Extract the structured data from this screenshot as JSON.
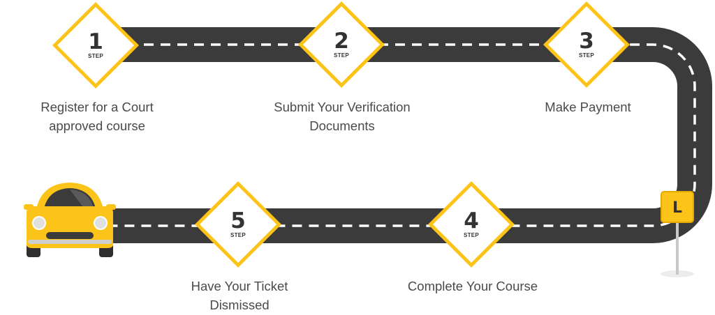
{
  "steps": [
    {
      "number": "1",
      "word": "STEP",
      "lines": [
        "Register for a Court",
        "approved course"
      ]
    },
    {
      "number": "2",
      "word": "STEP",
      "lines": [
        "Submit Your Verification",
        "Documents"
      ]
    },
    {
      "number": "3",
      "word": "STEP",
      "lines": [
        "Make Payment"
      ]
    },
    {
      "number": "4",
      "word": "STEP",
      "lines": [
        "Complete Your Course"
      ]
    },
    {
      "number": "5",
      "word": "STEP",
      "lines": [
        "Have Your Ticket",
        "Dismissed"
      ]
    }
  ],
  "sign": {
    "letter": "L"
  },
  "icons": {
    "car": "car-icon",
    "sign": "learner-plate-sign-icon"
  },
  "colors": {
    "road": "#3b3b3b",
    "road_marking": "#ffffff",
    "accent": "#fcc419",
    "diamond_fill": "#ffffff",
    "text": "#4a4a4a"
  }
}
